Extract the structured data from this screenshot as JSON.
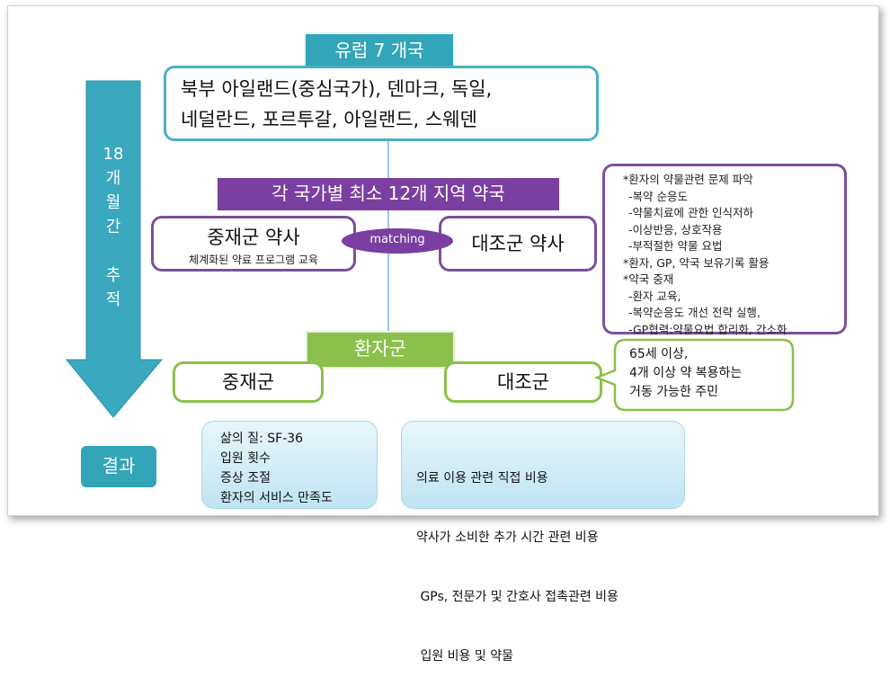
{
  "countries_title": "유럽 7 개국",
  "countries_lines": [
    "북부 아일랜드(중심국가), 덴마크, 독일,",
    "네덜란드, 포르투갈, 아일랜드, 스웨덴"
  ],
  "pharmacy_banner": "각 국가별 최소  12개 지역 약국",
  "intervention_pharmacist": {
    "title": "중재군 약사",
    "subtitle": "체계화된 약료 프로그램 교육"
  },
  "matching_label": "matching",
  "control_pharmacist": "대조군 약사",
  "notes": [
    "*환자의 약물관련 문제 파악",
    "-복약 순응도",
    "-약물치료에 관한 인식저하",
    "-이상반응, 상호작용",
    "-부적절한 약물 요법",
    "*환자, GP, 약국 보유기록 활용",
    "*약국 중재",
    "-환자 교육,",
    "-복약순응도 개선 전략 실행,",
    "-GP협력:약물요법 합리화, 간소화"
  ],
  "timeline": {
    "chars": [
      "18",
      "개",
      "월",
      "간",
      "",
      "추",
      "적"
    ]
  },
  "patients_title": "환자군",
  "intervention_group": "중재군",
  "control_group": "대조군",
  "criteria_lines": [
    "65세 이상,",
    "4개 이상 약 복용하는",
    "거동 가능한 주민"
  ],
  "results_label": "결과",
  "outcomes_left": [
    "삶의 질: SF-36",
    "입원 횟수",
    "증상 조절",
    "환자의 서비스 만족도"
  ],
  "outcomes_right": [
    "의료 이용 관련 직접 비용",
    "약사가 소비한 추가 시간 관련 비용",
    " GPs, 전문가 및 간호사 접촉관련 비용",
    " 입원 비용 및 약물"
  ],
  "colors": {
    "teal": "#33a5b8",
    "purple": "#7a3fa0",
    "green": "#8ac04b"
  }
}
